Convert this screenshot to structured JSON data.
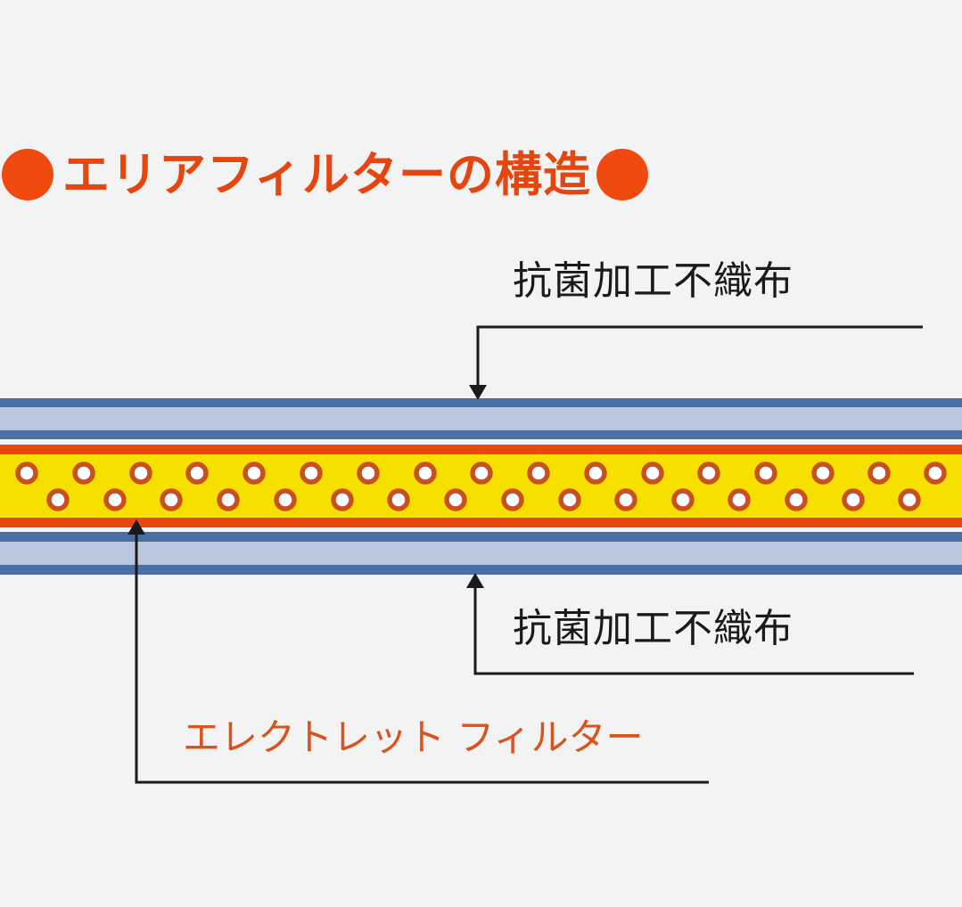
{
  "title": {
    "text": "エリアフィルターの構造",
    "bullet_left": "●",
    "bullet_right": "●",
    "color": "#e5450f"
  },
  "layers": [
    {
      "name": "top-nonwoven",
      "label": "抗菌加工不織布",
      "outer_color": "#4a6fa5",
      "inner_color": "#b8c6de"
    },
    {
      "name": "electret-filter",
      "label": "エレクトレット フィルター",
      "border_color": "#e8470f",
      "fill_color": "#f7e000",
      "particle_ring_color": "#c8501e",
      "particle_fill_color": "#ffffff"
    },
    {
      "name": "bottom-nonwoven",
      "label": "抗菌加工不織布",
      "outer_color": "#4a6fa5",
      "inner_color": "#b8c6de"
    }
  ],
  "annotations": {
    "top_label": "抗菌加工不織布",
    "bottom_label": "抗菌加工不織布",
    "electret_label": "エレクトレット フィルター"
  },
  "colors": {
    "background": "#f3f3f3",
    "bullet": "#f04a10",
    "label_text": "#1a1a1a",
    "electret_text": "#d9531e"
  }
}
